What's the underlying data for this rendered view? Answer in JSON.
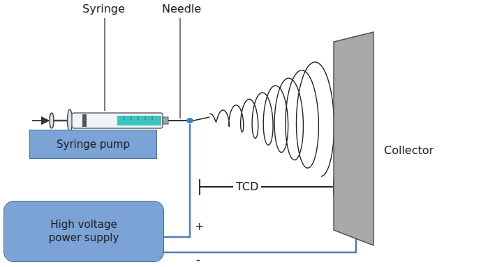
{
  "diagram": {
    "nodes": [
      {
        "text": [
          "Syringe pump"
        ]
      },
      {
        "text": [
          "Collector"
        ]
      },
      {
        "text": [
          "High voltage power supply"
        ]
      }
    ],
    "edges": [
      {
        "from": 2,
        "to": 1,
        "arrow": "none"
      }
    ],
    "labels": [
      "Syringe",
      "Needle",
      "TCD",
      "+",
      "-"
    ]
  }
}
